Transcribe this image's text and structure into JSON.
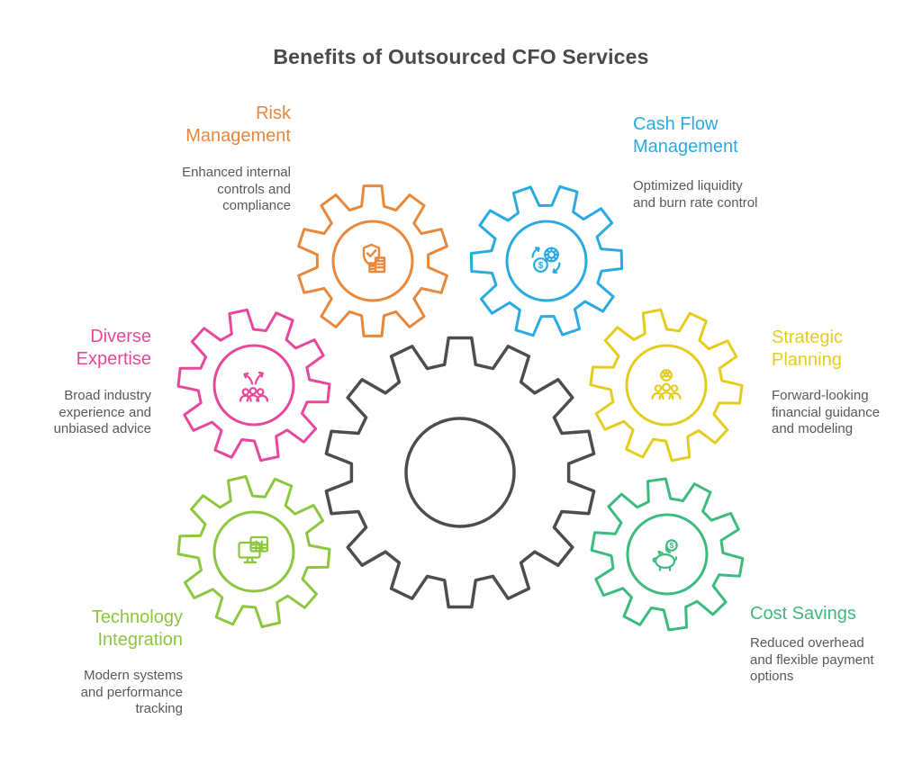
{
  "title": "Benefits of Outsourced CFO Services",
  "currency_symbol": "$",
  "center_gear_color": "#4d4d4f",
  "text_color": "#59595b",
  "items": [
    {
      "label": "Risk Management",
      "description": "Enhanced internal controls and compliance",
      "color": "#e8883c",
      "icon": "shield-check-building-icon"
    },
    {
      "label": "Cash Flow Management",
      "description": "Optimized liquidity and burn rate control",
      "color": "#29abe2",
      "icon": "currency-cycle-icon"
    },
    {
      "label": "Diverse Expertise",
      "description": "Broad industry experience and unbiased advice",
      "color": "#e8489b",
      "icon": "diverse-team-icon"
    },
    {
      "label": "Strategic Planning",
      "description": "Forward-looking financial guidance and modeling",
      "color": "#e4cd1f",
      "icon": "team-ball-icon"
    },
    {
      "label": "Technology Integration",
      "description": "Modern systems and performance tracking",
      "color": "#8dc63f",
      "icon": "monitor-spreadsheet-icon"
    },
    {
      "label": "Cost Savings",
      "description": "Reduced overhead and flexible payment options",
      "color": "#3cbb7e",
      "icon": "piggy-bank-coin-icon"
    }
  ]
}
